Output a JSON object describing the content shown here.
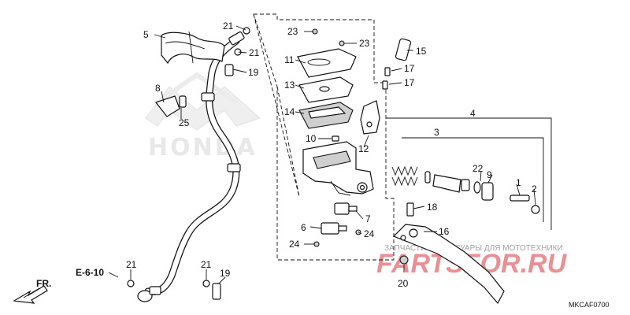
{
  "diagram": {
    "watermark_brand": "HONDA",
    "watermark_shop": "FARTSFOR.RU",
    "watermark_tagline": "ЗАПЧАСТИ АКСЕССУАРЫ ДЛЯ МОТОТЕХНИКИ",
    "ref_code": "E-6-10",
    "front_label": "FR.",
    "diagram_code": "MKCAF0700",
    "callouts": [
      {
        "id": "c1",
        "label": "1"
      },
      {
        "id": "c2",
        "label": "2"
      },
      {
        "id": "c3",
        "label": "3"
      },
      {
        "id": "c4",
        "label": "4"
      },
      {
        "id": "c5",
        "label": "5"
      },
      {
        "id": "c6",
        "label": "6"
      },
      {
        "id": "c7",
        "label": "7"
      },
      {
        "id": "c8",
        "label": "8"
      },
      {
        "id": "c9",
        "label": "9"
      },
      {
        "id": "c10",
        "label": "10"
      },
      {
        "id": "c11",
        "label": "11"
      },
      {
        "id": "c12",
        "label": "12"
      },
      {
        "id": "c13",
        "label": "13"
      },
      {
        "id": "c14",
        "label": "14"
      },
      {
        "id": "c15",
        "label": "15"
      },
      {
        "id": "c16",
        "label": "16"
      },
      {
        "id": "c17a",
        "label": "17"
      },
      {
        "id": "c17b",
        "label": "17"
      },
      {
        "id": "c18",
        "label": "18"
      },
      {
        "id": "c19a",
        "label": "19"
      },
      {
        "id": "c19b",
        "label": "19"
      },
      {
        "id": "c20",
        "label": "20"
      },
      {
        "id": "c21a",
        "label": "21"
      },
      {
        "id": "c21b",
        "label": "21"
      },
      {
        "id": "c21c",
        "label": "21"
      },
      {
        "id": "c21d",
        "label": "21"
      },
      {
        "id": "c22",
        "label": "22"
      },
      {
        "id": "c23a",
        "label": "23"
      },
      {
        "id": "c23b",
        "label": "23"
      },
      {
        "id": "c24a",
        "label": "24"
      },
      {
        "id": "c24b",
        "label": "24"
      },
      {
        "id": "c25",
        "label": "25"
      }
    ]
  }
}
